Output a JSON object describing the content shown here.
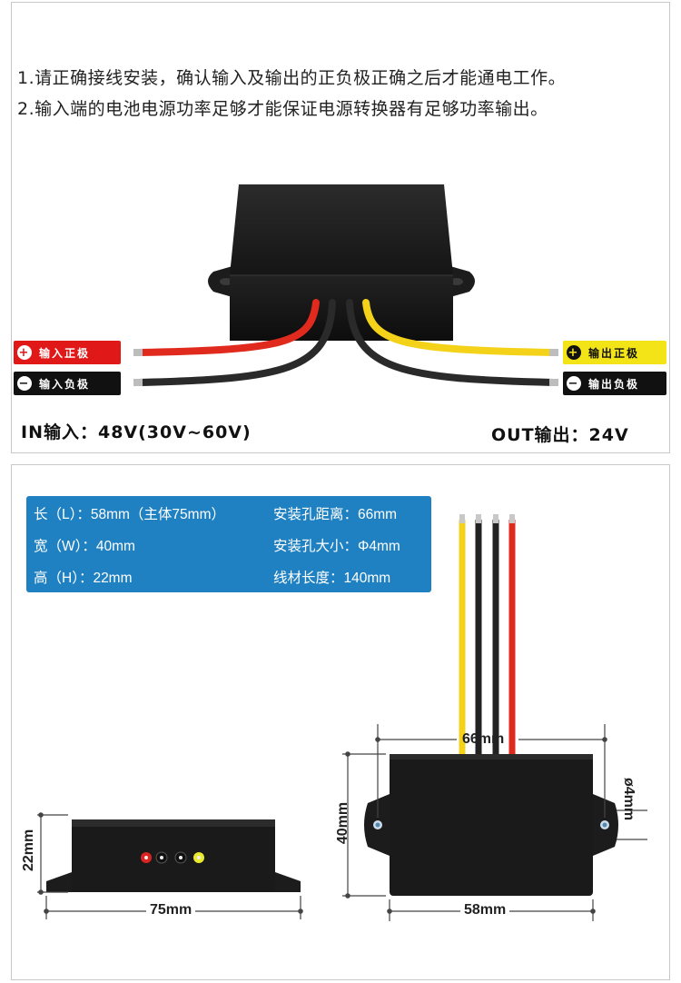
{
  "notes": {
    "line1": "1.请正确接线安装，确认输入及输出的正负极正确之后才能通电工作。",
    "line2": "2.输入端的电池电源功率足够才能保证电源转换器有足够功率输出。"
  },
  "wire_labels": {
    "in_pos": {
      "icon": "+",
      "text": "输入正极"
    },
    "in_neg": {
      "icon": "−",
      "text": "输入负极"
    },
    "out_pos": {
      "icon": "+",
      "text": "输出正极"
    },
    "out_neg": {
      "icon": "−",
      "text": "输出负极"
    }
  },
  "io": {
    "input": "IN输入：48V(30V~60V)",
    "output": "OUT输出：24V"
  },
  "specs": {
    "length": "长（L）：58mm（主体75mm）",
    "width": "宽（W）：40mm",
    "height": "高（H）：22mm",
    "hole_distance": "安装孔距离：66mm",
    "hole_size": "安装孔大小：Φ4mm",
    "wire_length": "线材长度：140mm"
  },
  "dimensions": {
    "side_height": "22mm",
    "side_length": "75mm",
    "top_height": "40mm",
    "hole_spacing": "66mm",
    "top_length": "58mm",
    "hole_diameter": "ø4mm"
  },
  "colors": {
    "wire_red": "#e02a1e",
    "wire_black": "#2a2a2a",
    "wire_yellow": "#f4d21a",
    "spec_bg": "#1f80c2",
    "tag_red": "#e01818",
    "tag_yellow": "#f2e416",
    "tag_black": "#111111"
  }
}
